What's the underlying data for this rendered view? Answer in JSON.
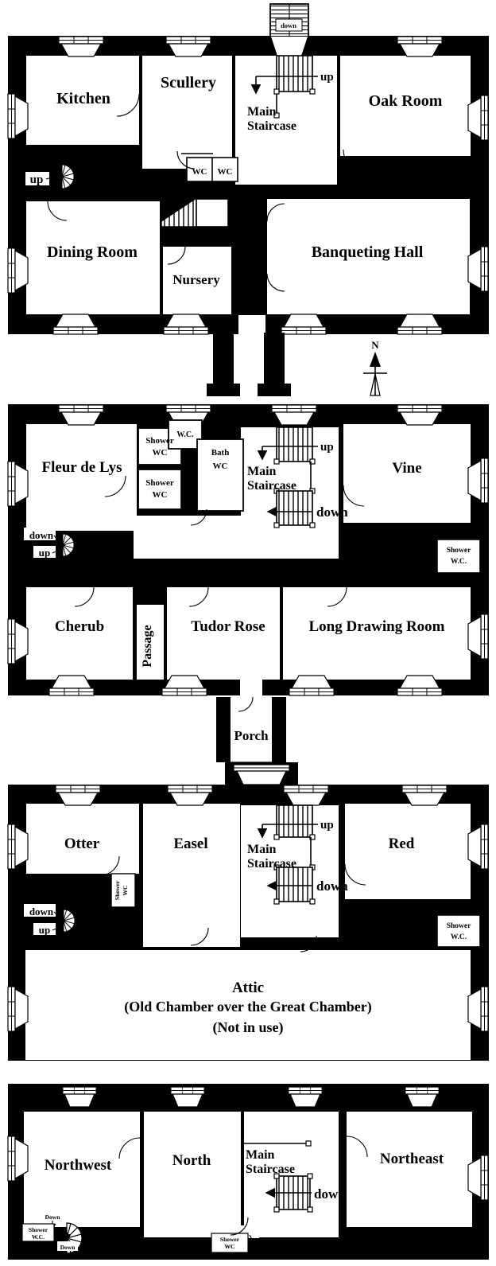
{
  "colors": {
    "ink": "#000000",
    "paper": "#ffffff"
  },
  "compass": {
    "north": "N"
  },
  "floor1": {
    "kitchen": "Kitchen",
    "scullery": "Scullery",
    "main_staircase_line1": "Main",
    "main_staircase_line2": "Staircase",
    "stair_up": "up",
    "exterior_stair_down": "down",
    "oak_room": "Oak Room",
    "wc_left": "WC",
    "wc_right": "WC",
    "spiral_up": "up",
    "dining_room": "Dining Room",
    "nursery": "Nursery",
    "banqueting_hall": "Banqueting Hall"
  },
  "floor2": {
    "fleur_de_lys": "Fleur de Lys",
    "shower_wc_upper_line1": "Shower",
    "shower_wc_upper_line2": "WC",
    "wc": "W.C.",
    "shower_wc_lower_line1": "Shower",
    "shower_wc_lower_line2": "WC",
    "bath_wc_line1": "Bath",
    "bath_wc_line2": "WC",
    "main_staircase_line1": "Main",
    "main_staircase_line2": "Staircase",
    "stair_up": "up",
    "stair_down": "down",
    "vine": "Vine",
    "shower_wc_right_line1": "Shower",
    "shower_wc_right_line2": "W.C.",
    "spiral_down": "down",
    "spiral_up": "up",
    "cherub": "Cherub",
    "passage": "Passage",
    "tudor_rose": "Tudor Rose",
    "long_drawing_room": "Long Drawing Room",
    "porch": "Porch"
  },
  "floor3": {
    "otter": "Otter",
    "easel": "Easel",
    "main_staircase_line1": "Main",
    "main_staircase_line2": "Staircase",
    "stair_up": "up",
    "stair_down": "down",
    "red": "Red",
    "shower_wc_vert_line1": "Shower",
    "shower_wc_vert_line2": "WC",
    "spiral_down": "down",
    "spiral_up": "up",
    "shower_wc_right_line1": "Shower",
    "shower_wc_right_line2": "W.C.",
    "attic_line1": "Attic",
    "attic_line2": "(Old Chamber over the Great Chamber)",
    "attic_line3": "(Not in use)"
  },
  "floor4": {
    "northwest": "Northwest",
    "north": "North",
    "main_staircase_line1": "Main",
    "main_staircase_line2": "Staircase",
    "stair_down": "down",
    "northeast": "Northeast",
    "down_upper": "Down",
    "shower_wc_left_line1": "Shower",
    "shower_wc_left_line2": "W.C.",
    "down_spiral": "Down",
    "shower_wc_mid_line1": "Shower",
    "shower_wc_mid_line2": "WC"
  }
}
